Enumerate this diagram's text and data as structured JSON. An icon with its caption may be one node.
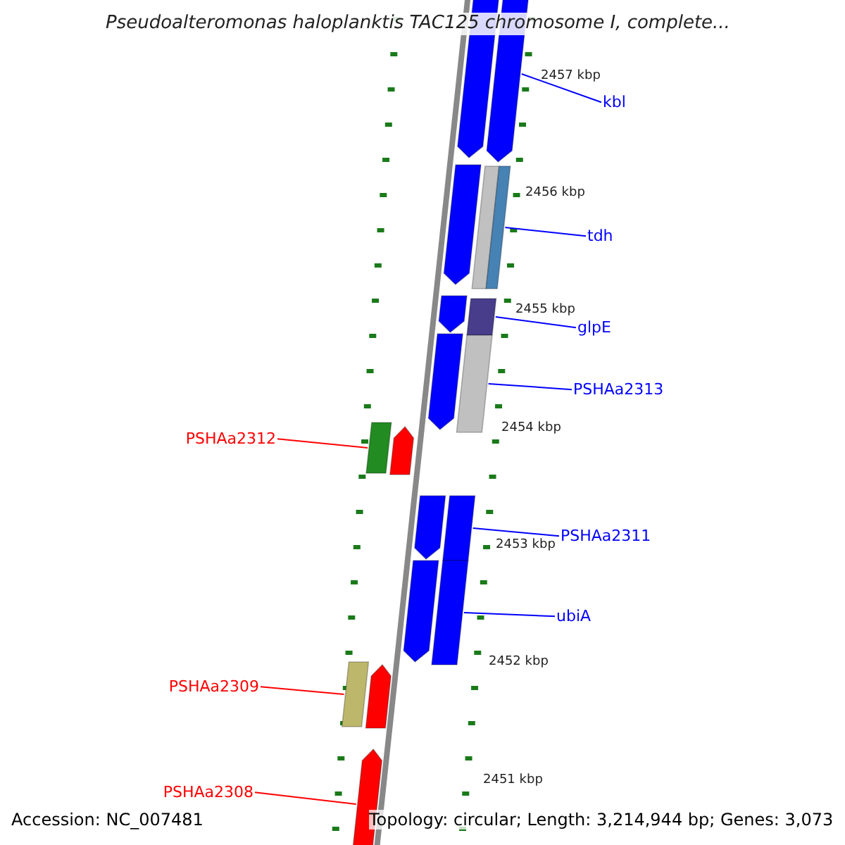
{
  "diagram": {
    "title": "Pseudoalteromonas haloplanktis TAC125 chromosome I, complete...",
    "nodes": [
      {
        "text": [
          "kbl"
        ]
      },
      {
        "text": [
          "tdh"
        ]
      },
      {
        "text": [
          "glpE"
        ]
      },
      {
        "text": [
          "PSHAa2313"
        ]
      },
      {
        "text": [
          "PSHAa2312"
        ]
      },
      {
        "text": [
          "PSHAa2311"
        ]
      },
      {
        "text": [
          "ubiA"
        ]
      },
      {
        "text": [
          "PSHAa2309"
        ]
      },
      {
        "text": [
          "PSHAa2308"
        ]
      },
      {
        "text": [],
        "shape": "arrow"
      },
      {
        "text": [],
        "shape": "arrow"
      },
      {
        "text": [],
        "shape": "arrow"
      },
      {
        "text": [],
        "shape": "bar"
      },
      {
        "text": [],
        "shape": "bar"
      },
      {
        "text": [],
        "shape": "arrow"
      },
      {
        "text": [],
        "shape": "bar"
      },
      {
        "text": [],
        "shape": "arrow"
      },
      {
        "text": [],
        "shape": "bar"
      },
      {
        "text": [],
        "shape": "bar"
      },
      {
        "text": [],
        "shape": "arrow"
      },
      {
        "text": [],
        "shape": "arrow"
      },
      {
        "text": [],
        "shape": "bar"
      },
      {
        "text": [],
        "shape": "arrow"
      },
      {
        "text": [],
        "shape": "bar"
      },
      {
        "text": [],
        "shape": "bar"
      },
      {
        "text": [],
        "shape": "arrow"
      },
      {
        "text": [],
        "shape": "arrow"
      }
    ],
    "edges": [
      {
        "from": 0,
        "to": 10,
        "arrow": "none"
      },
      {
        "from": 1,
        "to": 13,
        "arrow": "none"
      },
      {
        "from": 2,
        "to": 15,
        "arrow": "none"
      },
      {
        "from": 3,
        "to": 17,
        "arrow": "none"
      },
      {
        "from": 4,
        "to": 18,
        "arrow": "none",
        "color": "#ff0000"
      },
      {
        "from": 5,
        "to": 21,
        "arrow": "none"
      },
      {
        "from": 6,
        "to": 23,
        "arrow": "none"
      },
      {
        "from": 7,
        "to": 24,
        "arrow": "none",
        "color": "#ff0000"
      },
      {
        "from": 8,
        "to": 26,
        "arrow": "none",
        "color": "#ff0000"
      }
    ],
    "labels": [
      "2457 kbp",
      "2456 kbp",
      "2455 kbp",
      "2454 kbp",
      "2453 kbp",
      "2452 kbp",
      "2451 kbp",
      "Accession: NC_007481",
      "Topology: circular; Length: 3,214,944 bp; Genes: 3,073"
    ]
  }
}
